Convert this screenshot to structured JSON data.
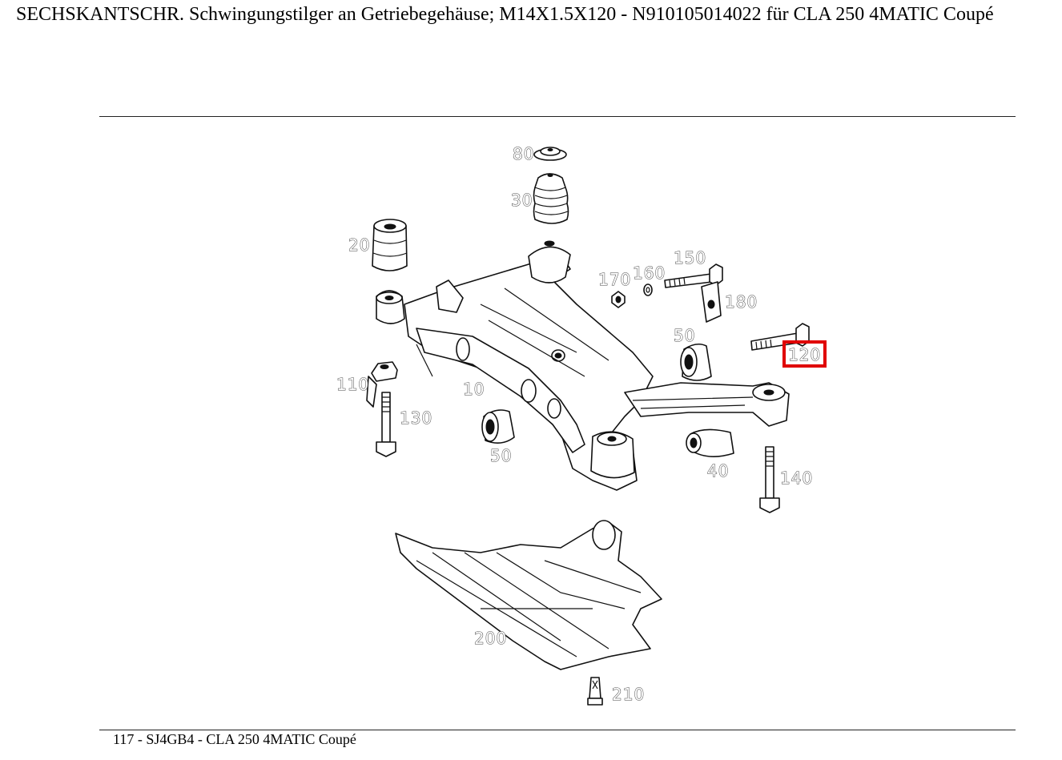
{
  "header": {
    "title": "SECHSKANTSCHR. Schwingungstilger an Getriebegehäuse; M14X1.5X120 - N910105014022 für CLA 250 4MATIC Coupé"
  },
  "diagram": {
    "highlighted_part": "120",
    "labels": {
      "p80": "80",
      "p30": "30",
      "p20": "20",
      "p170": "170",
      "p160": "160",
      "p150": "150",
      "p180": "180",
      "p50a": "50",
      "p120": "120",
      "p110": "110",
      "p10": "10",
      "p130": "130",
      "p50b": "50",
      "p40": "40",
      "p140": "140",
      "p200": "200",
      "p210": "210"
    },
    "colors": {
      "highlight": "#e00000",
      "line": "#111111"
    }
  },
  "footer": {
    "text": "117 - SJ4GB4 - CLA 250 4MATIC Coupé"
  }
}
